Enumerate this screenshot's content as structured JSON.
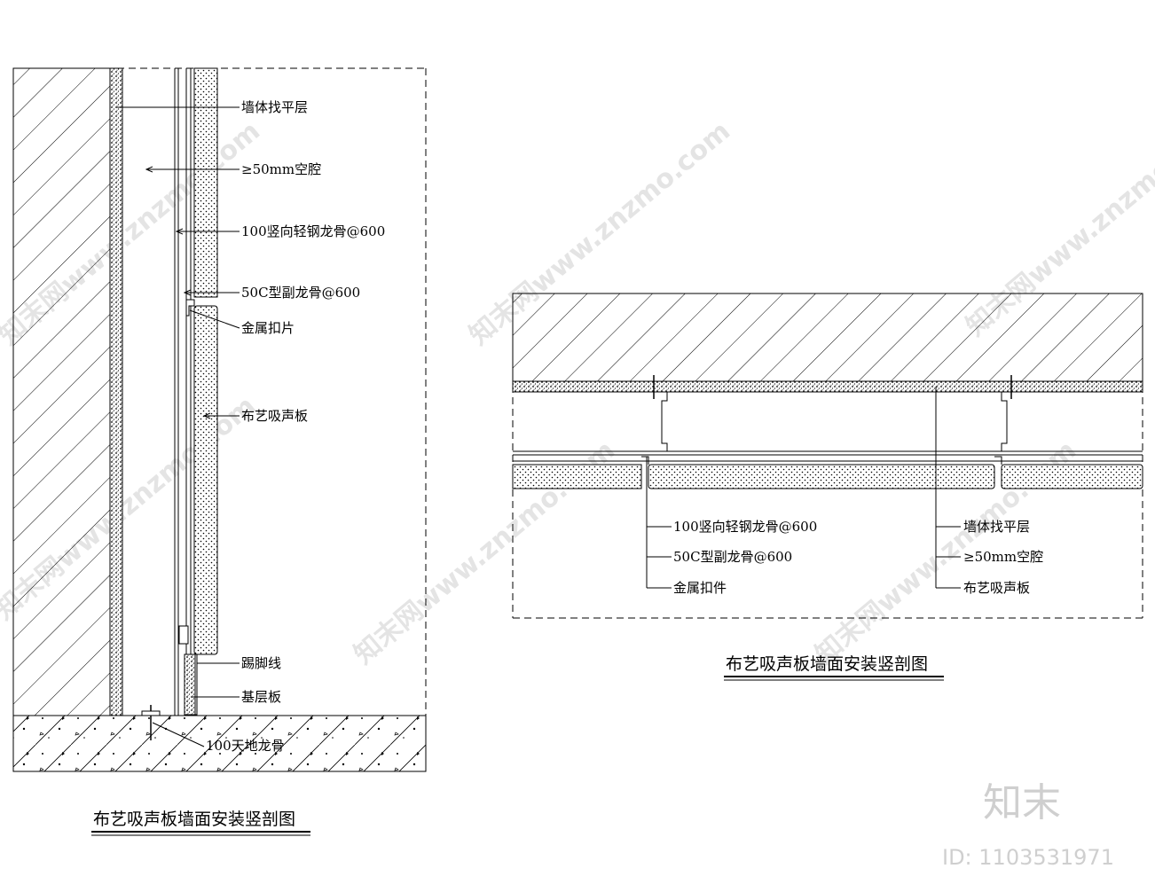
{
  "left_section": {
    "labels": [
      "墙体找平层",
      "≥50mm空腔",
      "100竖向轻钢龙骨@600",
      "50C型副龙骨@600",
      "金属扣片",
      "布艺吸声板",
      "踢脚线",
      "基层板",
      "100天地龙骨"
    ],
    "title": "布艺吸声板墙面安装竖剖图"
  },
  "right_section": {
    "labels_left": [
      "100竖向轻钢龙骨@600",
      "50C型副龙骨@600",
      "金属扣件"
    ],
    "labels_right": [
      "墙体找平层",
      "≥50mm空腔",
      "布艺吸声板"
    ],
    "title": "布艺吸声板墙面安装竖剖图"
  },
  "watermark": {
    "text": "知末网www.znzmo.com",
    "brand": "知末",
    "id": "ID: 1103531971"
  }
}
